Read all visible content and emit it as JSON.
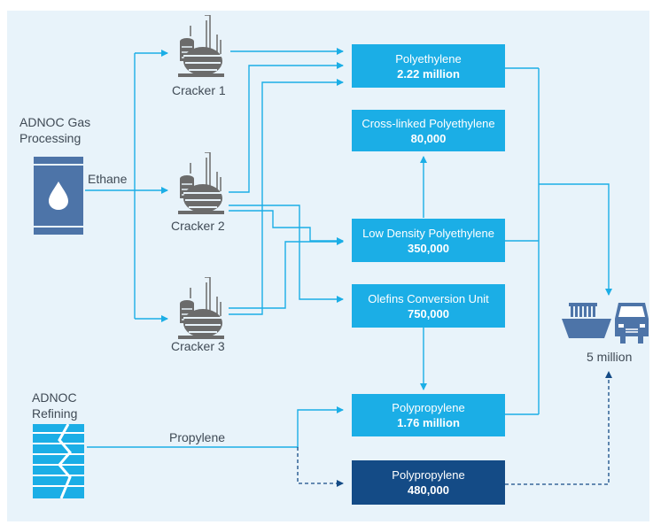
{
  "sources": {
    "gas_title_1": "ADNOC Gas",
    "gas_title_2": "Processing",
    "refining_title_1": "ADNOC",
    "refining_title_2": "Refining",
    "ethane": "Ethane",
    "propylene": "Propylene"
  },
  "crackers": [
    {
      "label": "Cracker 1"
    },
    {
      "label": "Cracker 2"
    },
    {
      "label": "Cracker 3"
    }
  ],
  "products": [
    {
      "name": "Polyethylene",
      "value": "2.22 million"
    },
    {
      "name": "Cross-linked Polyethylene",
      "value": "80,000"
    },
    {
      "name": "Low Density Polyethylene",
      "value": "350,000"
    },
    {
      "name": "Olefins Conversion Unit",
      "value": "750,000"
    },
    {
      "name": "Polypropylene",
      "value": "1.76 million"
    },
    {
      "name": "Polypropylene",
      "value": "480,000"
    }
  ],
  "output": {
    "label": "5 million"
  },
  "colors": {
    "accent": "#1baee6",
    "dark_box": "#144b86",
    "panel": "#e8f3fa",
    "icon": "#6b6b6b",
    "tank": "#4d74a8"
  },
  "icons": [
    "oil-tank-icon",
    "refinery-tank-icon",
    "cracker-icon",
    "ship-icon",
    "truck-icon"
  ]
}
